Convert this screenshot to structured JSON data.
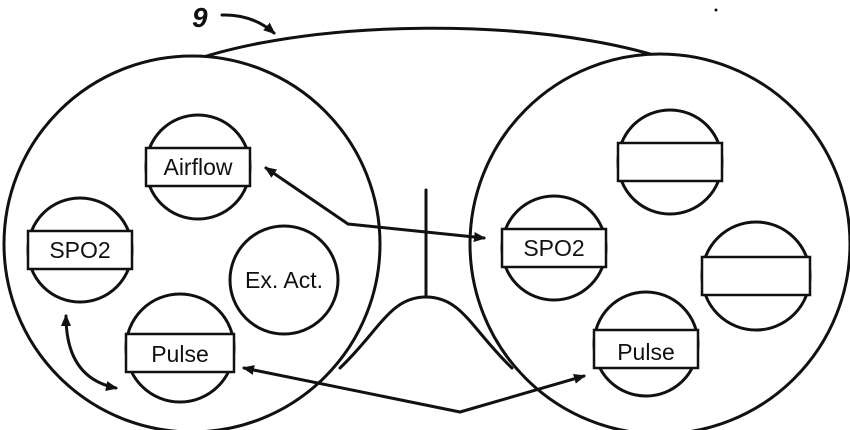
{
  "reference_numeral": "9",
  "left_lobe": {
    "sensors": {
      "airflow": "Airflow",
      "spo2": "SPO2",
      "exact": "Ex. Act.",
      "pulse": "Pulse"
    }
  },
  "right_lobe": {
    "sensors": {
      "spo2": "SPO2",
      "pulse": "Pulse",
      "blank_top": "",
      "blank_right": ""
    }
  }
}
